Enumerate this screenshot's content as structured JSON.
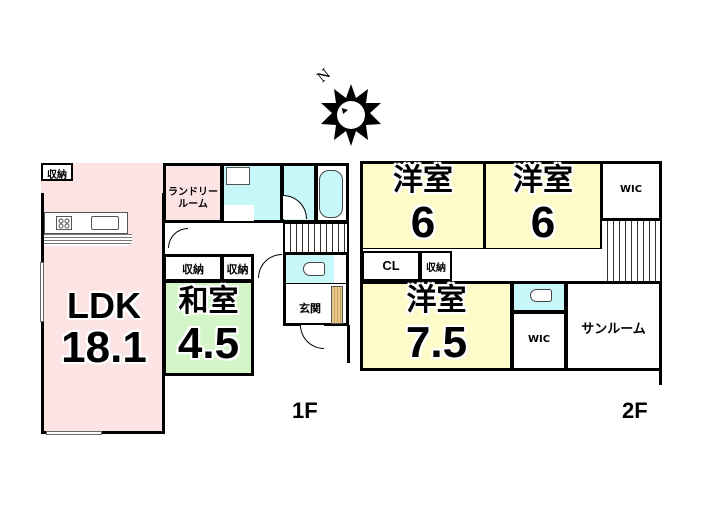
{
  "compass": {
    "north_label": "N",
    "icon": "sun-compass-icon"
  },
  "floors": [
    {
      "id": "1F",
      "label": "1F",
      "rooms": {
        "ldk": {
          "name": "LDK",
          "size": "18.1",
          "color": "#fde4e4"
        },
        "storage_ldk": {
          "name": "収納"
        },
        "laundry": {
          "name_line1": "ランドリー",
          "name_line2": "ルーム",
          "color": "#fde4e4"
        },
        "washroom": {
          "color": "#c8f7fa"
        },
        "bathroom": {
          "color": "#c8f7fa"
        },
        "storage_a": {
          "name": "収納"
        },
        "storage_b": {
          "name": "収納"
        },
        "washitsu": {
          "name": "和室",
          "size": "4.5",
          "color": "#d4f5c8"
        },
        "toilet": {
          "color": "#c8f7fa"
        },
        "entrance": {
          "name": "玄関"
        }
      }
    },
    {
      "id": "2F",
      "label": "2F",
      "rooms": {
        "youshitsu_a": {
          "name": "洋室",
          "size": "6",
          "color": "#fdfbc8"
        },
        "youshitsu_b": {
          "name": "洋室",
          "size": "6",
          "color": "#fdfbc8"
        },
        "wic_top": {
          "name": "WIC"
        },
        "cl": {
          "name": "CL"
        },
        "storage": {
          "name": "収納"
        },
        "youshitsu_c": {
          "name": "洋室",
          "size": "7.5",
          "color": "#fdfbc8"
        },
        "toilet": {
          "color": "#c8f7fa"
        },
        "wic_bottom": {
          "name": "WIC"
        },
        "sunroom": {
          "name": "サンルーム"
        }
      }
    }
  ]
}
